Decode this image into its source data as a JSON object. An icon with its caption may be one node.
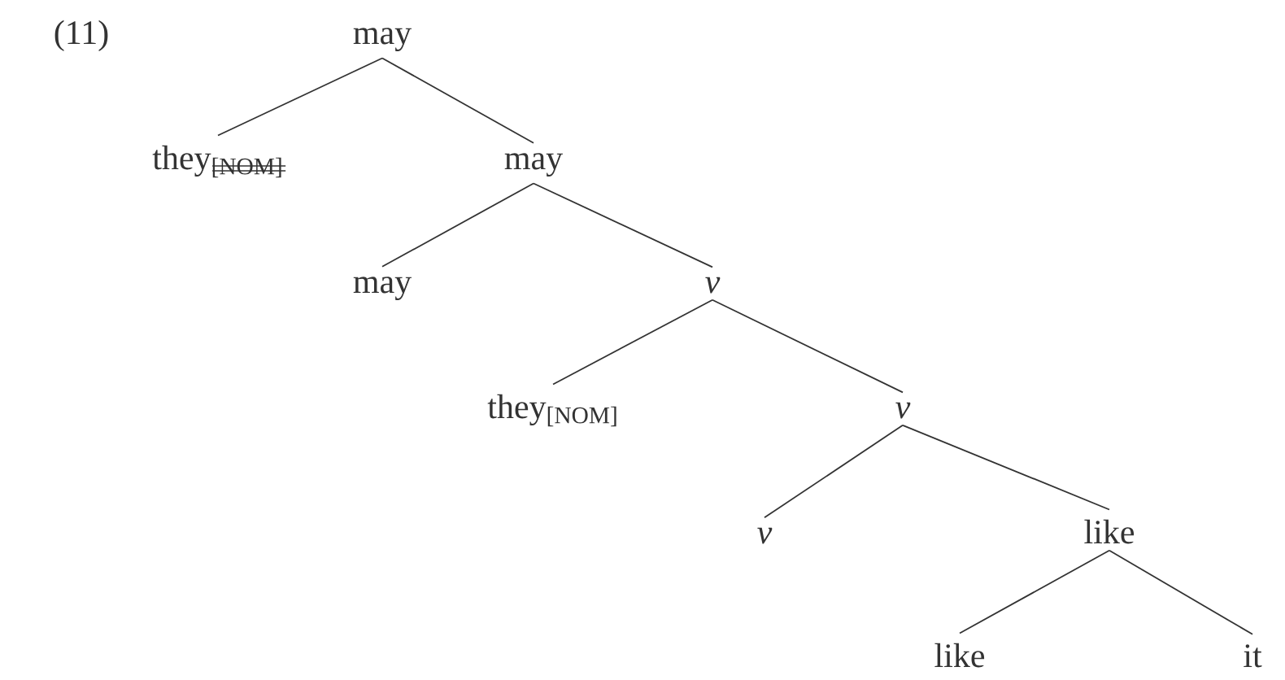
{
  "diagram": {
    "nodes": [
      {
        "text": [
          "may"
        ]
      },
      {
        "text": [
          "they$_{[NOM]}$"
        ]
      },
      {
        "text": [
          "may"
        ]
      },
      {
        "text": [
          "may"
        ]
      },
      {
        "text": [
          "v"
        ]
      },
      {
        "text": [
          "they$_{[NOM]}$"
        ]
      },
      {
        "text": [
          "v"
        ]
      },
      {
        "text": [
          "v"
        ]
      },
      {
        "text": [
          "like"
        ]
      },
      {
        "text": [
          "like"
        ]
      },
      {
        "text": [
          "it"
        ]
      }
    ],
    "edges": [
      {
        "from": 0,
        "to": 1,
        "arrow": "none"
      },
      {
        "from": 0,
        "to": 2,
        "arrow": "none"
      },
      {
        "from": 2,
        "to": 3,
        "arrow": "none"
      },
      {
        "from": 2,
        "to": 4,
        "arrow": "none"
      },
      {
        "from": 4,
        "to": 5,
        "arrow": "none"
      },
      {
        "from": 4,
        "to": 6,
        "arrow": "none"
      },
      {
        "from": 6,
        "to": 7,
        "arrow": "none"
      },
      {
        "from": 6,
        "to": 8,
        "arrow": "none"
      },
      {
        "from": 8,
        "to": 9,
        "arrow": "none"
      },
      {
        "from": 8,
        "to": 10,
        "arrow": "none"
      }
    ],
    "labels": [
      "(11)"
    ]
  }
}
